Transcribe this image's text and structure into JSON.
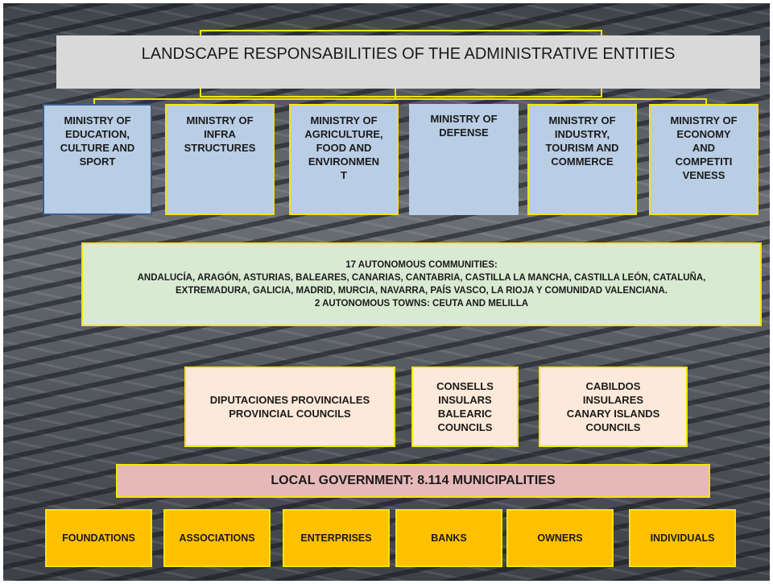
{
  "title": "LANDSCAPE RESPONSABILITIES OF THE ADMINISTRATIVE ENTITIES",
  "ministries": [
    "MINISTRY OF\nEDUCATION,\nCULTURE AND\nSPORT",
    "MINISTRY  OF\nINFRA\nSTRUCTURES",
    "MINISTRY OF\nAGRICULTURE,\nFOOD  AND\nENVIRONMEN\nT",
    "MINISTRY OF\nDEFENSE",
    "MINISTRY OF\nINDUSTRY,\nTOURISM AND\nCOMMERCE",
    "MINISTRY OF\nECONOMY\nAND\nCOMPETITI\nVENESS"
  ],
  "communities": {
    "heading": "17 AUTONOMOUS  COMMUNITIES:",
    "line1": "ANDALUCÍA,  ARAGÓN, ASTURIAS, BALEARES, CANARIAS, CANTABRIA,  CASTILLA LA MANCHA, CASTILLA LEÓN, CATALUÑA,",
    "line2": "EXTREMADURA, GALICIA,  MADRID, MURCIA, NAVARRA, PAÍS VASCO, LA RIOJA Y COMUNIDAD VALENCIANA.",
    "towns": "2  AUTONOMOUS TOWNS: CEUTA AND MELILLA"
  },
  "councils": [
    "DIPUTACIONES  PROVINCIALES\nPROVINCIAL  COUNCILS",
    "CONSELLS\nINSULARS\nBALEARIC\nCOUNCILS",
    "CABILDOS\nINSULARES\nCANARY ISLANDS\nCOUNCILS"
  ],
  "local_government": "LOCAL GOVERNMENT: 8.114  MUNICIPALITIES",
  "actors": [
    "FOUNDATIONS",
    "ASSOCIATIONS",
    "ENTERPRISES",
    "BANKS",
    "OWNERS",
    "INDIVIDUALS"
  ],
  "colors": {
    "title_fill": "#d9d9d9",
    "ministry_fill": "#b9cde5",
    "communities_fill": "#d9ead3",
    "council_fill": "#fde9d9",
    "local_fill": "#e6b9b8",
    "actor_fill": "#ffc000",
    "connector": "#f2e600"
  }
}
